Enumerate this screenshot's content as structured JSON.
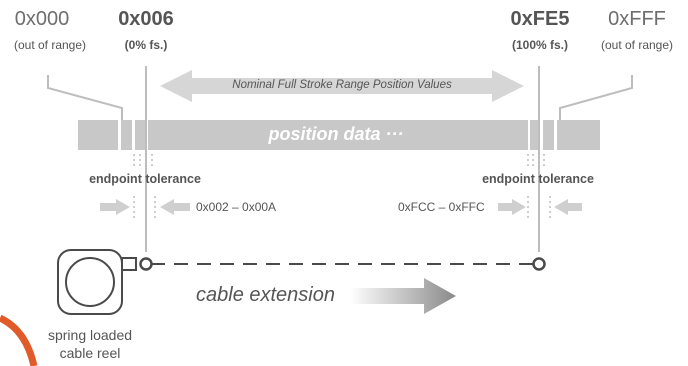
{
  "labels": {
    "start_oor_value": "0x000",
    "start_oor_note": "(out of range)",
    "start_fs_value": "0x006",
    "start_fs_note": "(0% fs.)",
    "end_fs_value": "0xFE5",
    "end_fs_note": "(100% fs.)",
    "end_oor_value": "0xFFF",
    "end_oor_note": "(out of range)",
    "nominal_range": "Nominal Full Stroke Range Position Values",
    "position_data": "position data ···",
    "endpoint_tolerance_left": "endpoint tolerance",
    "endpoint_tolerance_right": "endpoint tolerance",
    "range_left": "0x002 – 0x00A",
    "range_right": "0xFCC – 0xFFC",
    "cable_extension": "cable extension",
    "reel_line1": "spring loaded",
    "reel_line2": "cable reel"
  },
  "colors": {
    "bar": "#c8c8c8",
    "arrow": "#d4d4d4",
    "line": "#bdbdbd",
    "text": "#555555",
    "dark": "#4a4a4a",
    "accent": "#e05a2a"
  }
}
